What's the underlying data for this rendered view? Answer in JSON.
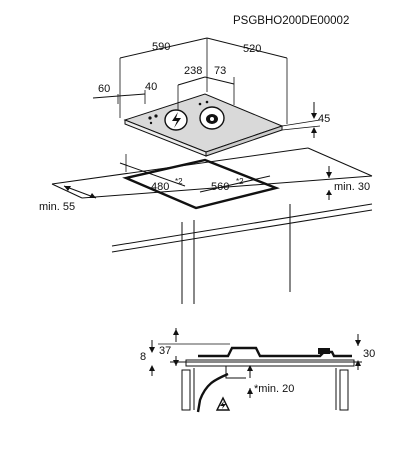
{
  "diagram": {
    "code": "PSGBHO200DE00002",
    "top_view": {
      "width_label": "590",
      "depth_label": "520",
      "left_offset_label": "60",
      "side_offset_label": "40",
      "center_offset_label": "238",
      "right_offset_label": "73",
      "height_label": "45"
    },
    "cutout": {
      "depth_label": "480",
      "depth_note": "*2",
      "width_label": "560",
      "width_note": "*2",
      "front_min_label": "min. 55",
      "rear_min_label": "min. 30"
    },
    "section": {
      "gap_label": "8",
      "depth_label": "37",
      "clearance_label": "30",
      "min_below_label": "*min. 20"
    },
    "icons": [
      "lightning-warning-icon",
      "gas-flame-icon",
      "electrical-warning-icon"
    ],
    "colors": {
      "ink": "#111111",
      "background": "#ffffff"
    }
  }
}
